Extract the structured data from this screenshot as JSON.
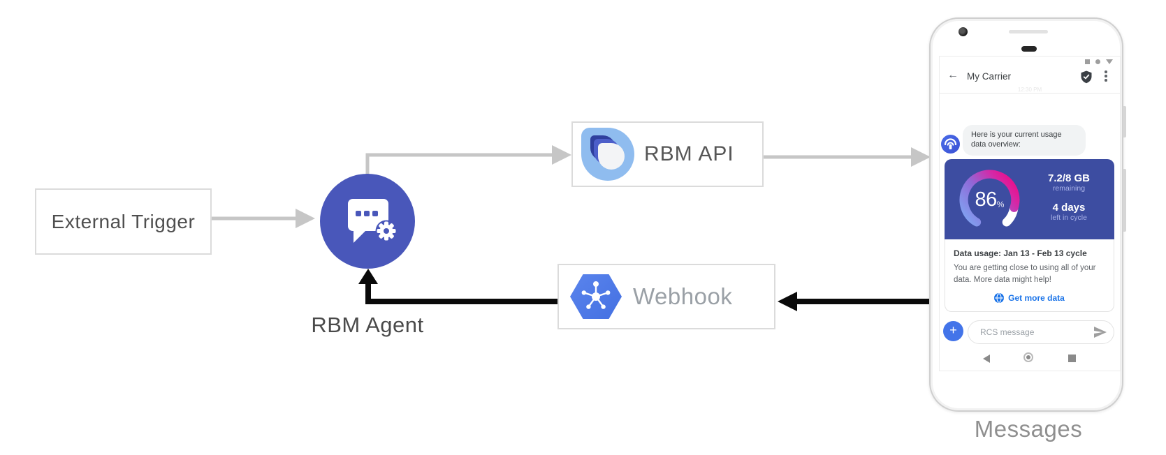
{
  "diagram": {
    "external_trigger_label": "External Trigger",
    "rbm_agent_label": "RBM Agent",
    "rbm_api_label": "RBM API",
    "webhook_label": "Webhook",
    "messages_label": "Messages",
    "colors": {
      "agent_circle_blue": "#4957BA",
      "webhook_hexagon_blue": "#4C7BE8",
      "rbm_logo_light_blue": "#8FBCEF",
      "arrow_gray": "#c6c6c6",
      "arrow_black": "#0a0a0a"
    }
  },
  "phone": {
    "status_bar": {
      "icons": [
        "square-icon",
        "dot-icon",
        "triangle-down-icon"
      ]
    },
    "header": {
      "back_icon": "←",
      "title": "My Carrier",
      "timestamp": "12:30 PM",
      "verified_icon": "shield-check-icon",
      "menu_icon": "kebab-menu-icon"
    },
    "conversation": {
      "agent_message": "Here is your current usage data overview:"
    },
    "usage_card": {
      "percent": "86",
      "percent_sign": "%",
      "remaining_value": "7.2/8 GB",
      "remaining_caption": "remaining",
      "days_value": "4 days",
      "days_caption": "left in cycle",
      "title": "Data usage: Jan 13 - Feb 13 cycle",
      "body": "You are getting close to using all of your data. More data might help!",
      "action_label": "Get more data",
      "card_color": "#3D4DA1",
      "link_color": "#1a73e8",
      "gauge_colors": [
        "#7FA5F2",
        "#8F6AD8",
        "#E9108C"
      ]
    },
    "composer": {
      "plus_icon": "+",
      "placeholder": "RCS message",
      "send_icon": "send-icon"
    },
    "navbar": {
      "icons": [
        "back-triangle-icon",
        "home-circle-icon",
        "recents-square-icon"
      ]
    }
  }
}
